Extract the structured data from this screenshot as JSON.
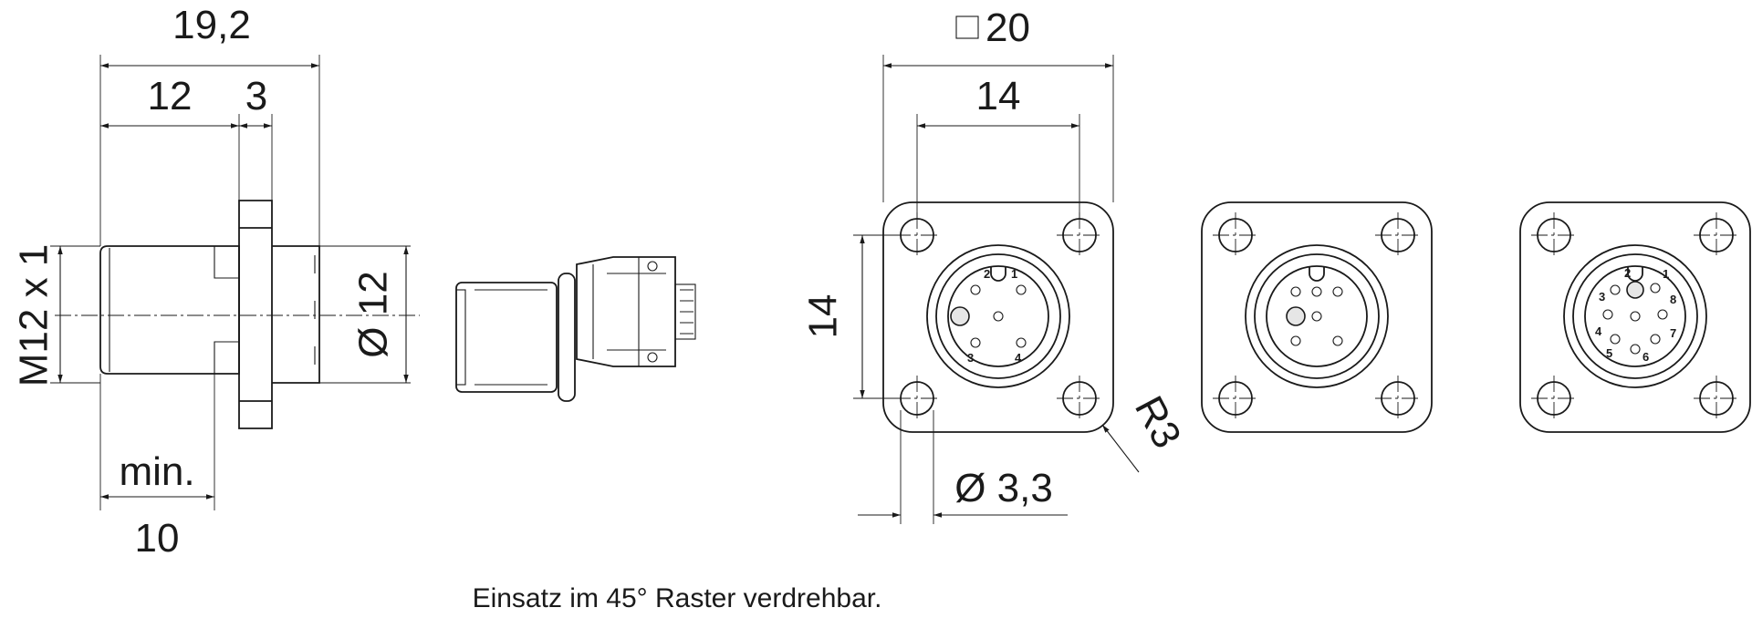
{
  "side_view": {
    "dim_overall": "19,2",
    "dim_body": "12",
    "dim_flange": "3",
    "dim_thread": "M12 x 1",
    "dim_diameter": "Ø 12",
    "dim_min_label": "min.",
    "dim_min_value": "10"
  },
  "front_view": {
    "dim_square": "20",
    "dim_hole_spacing_h": "14",
    "dim_hole_spacing_v": "14",
    "dim_radius": "R3",
    "dim_hole_diameter": "Ø 3,3"
  },
  "pin_views": {
    "view_5pin": [
      "1",
      "2",
      "3",
      "4"
    ],
    "view_8pin": [
      "1",
      "2",
      "3",
      "4",
      "5",
      "6",
      "7",
      "8"
    ]
  },
  "caption": "Einsatz im 45° Raster verdrehbar."
}
